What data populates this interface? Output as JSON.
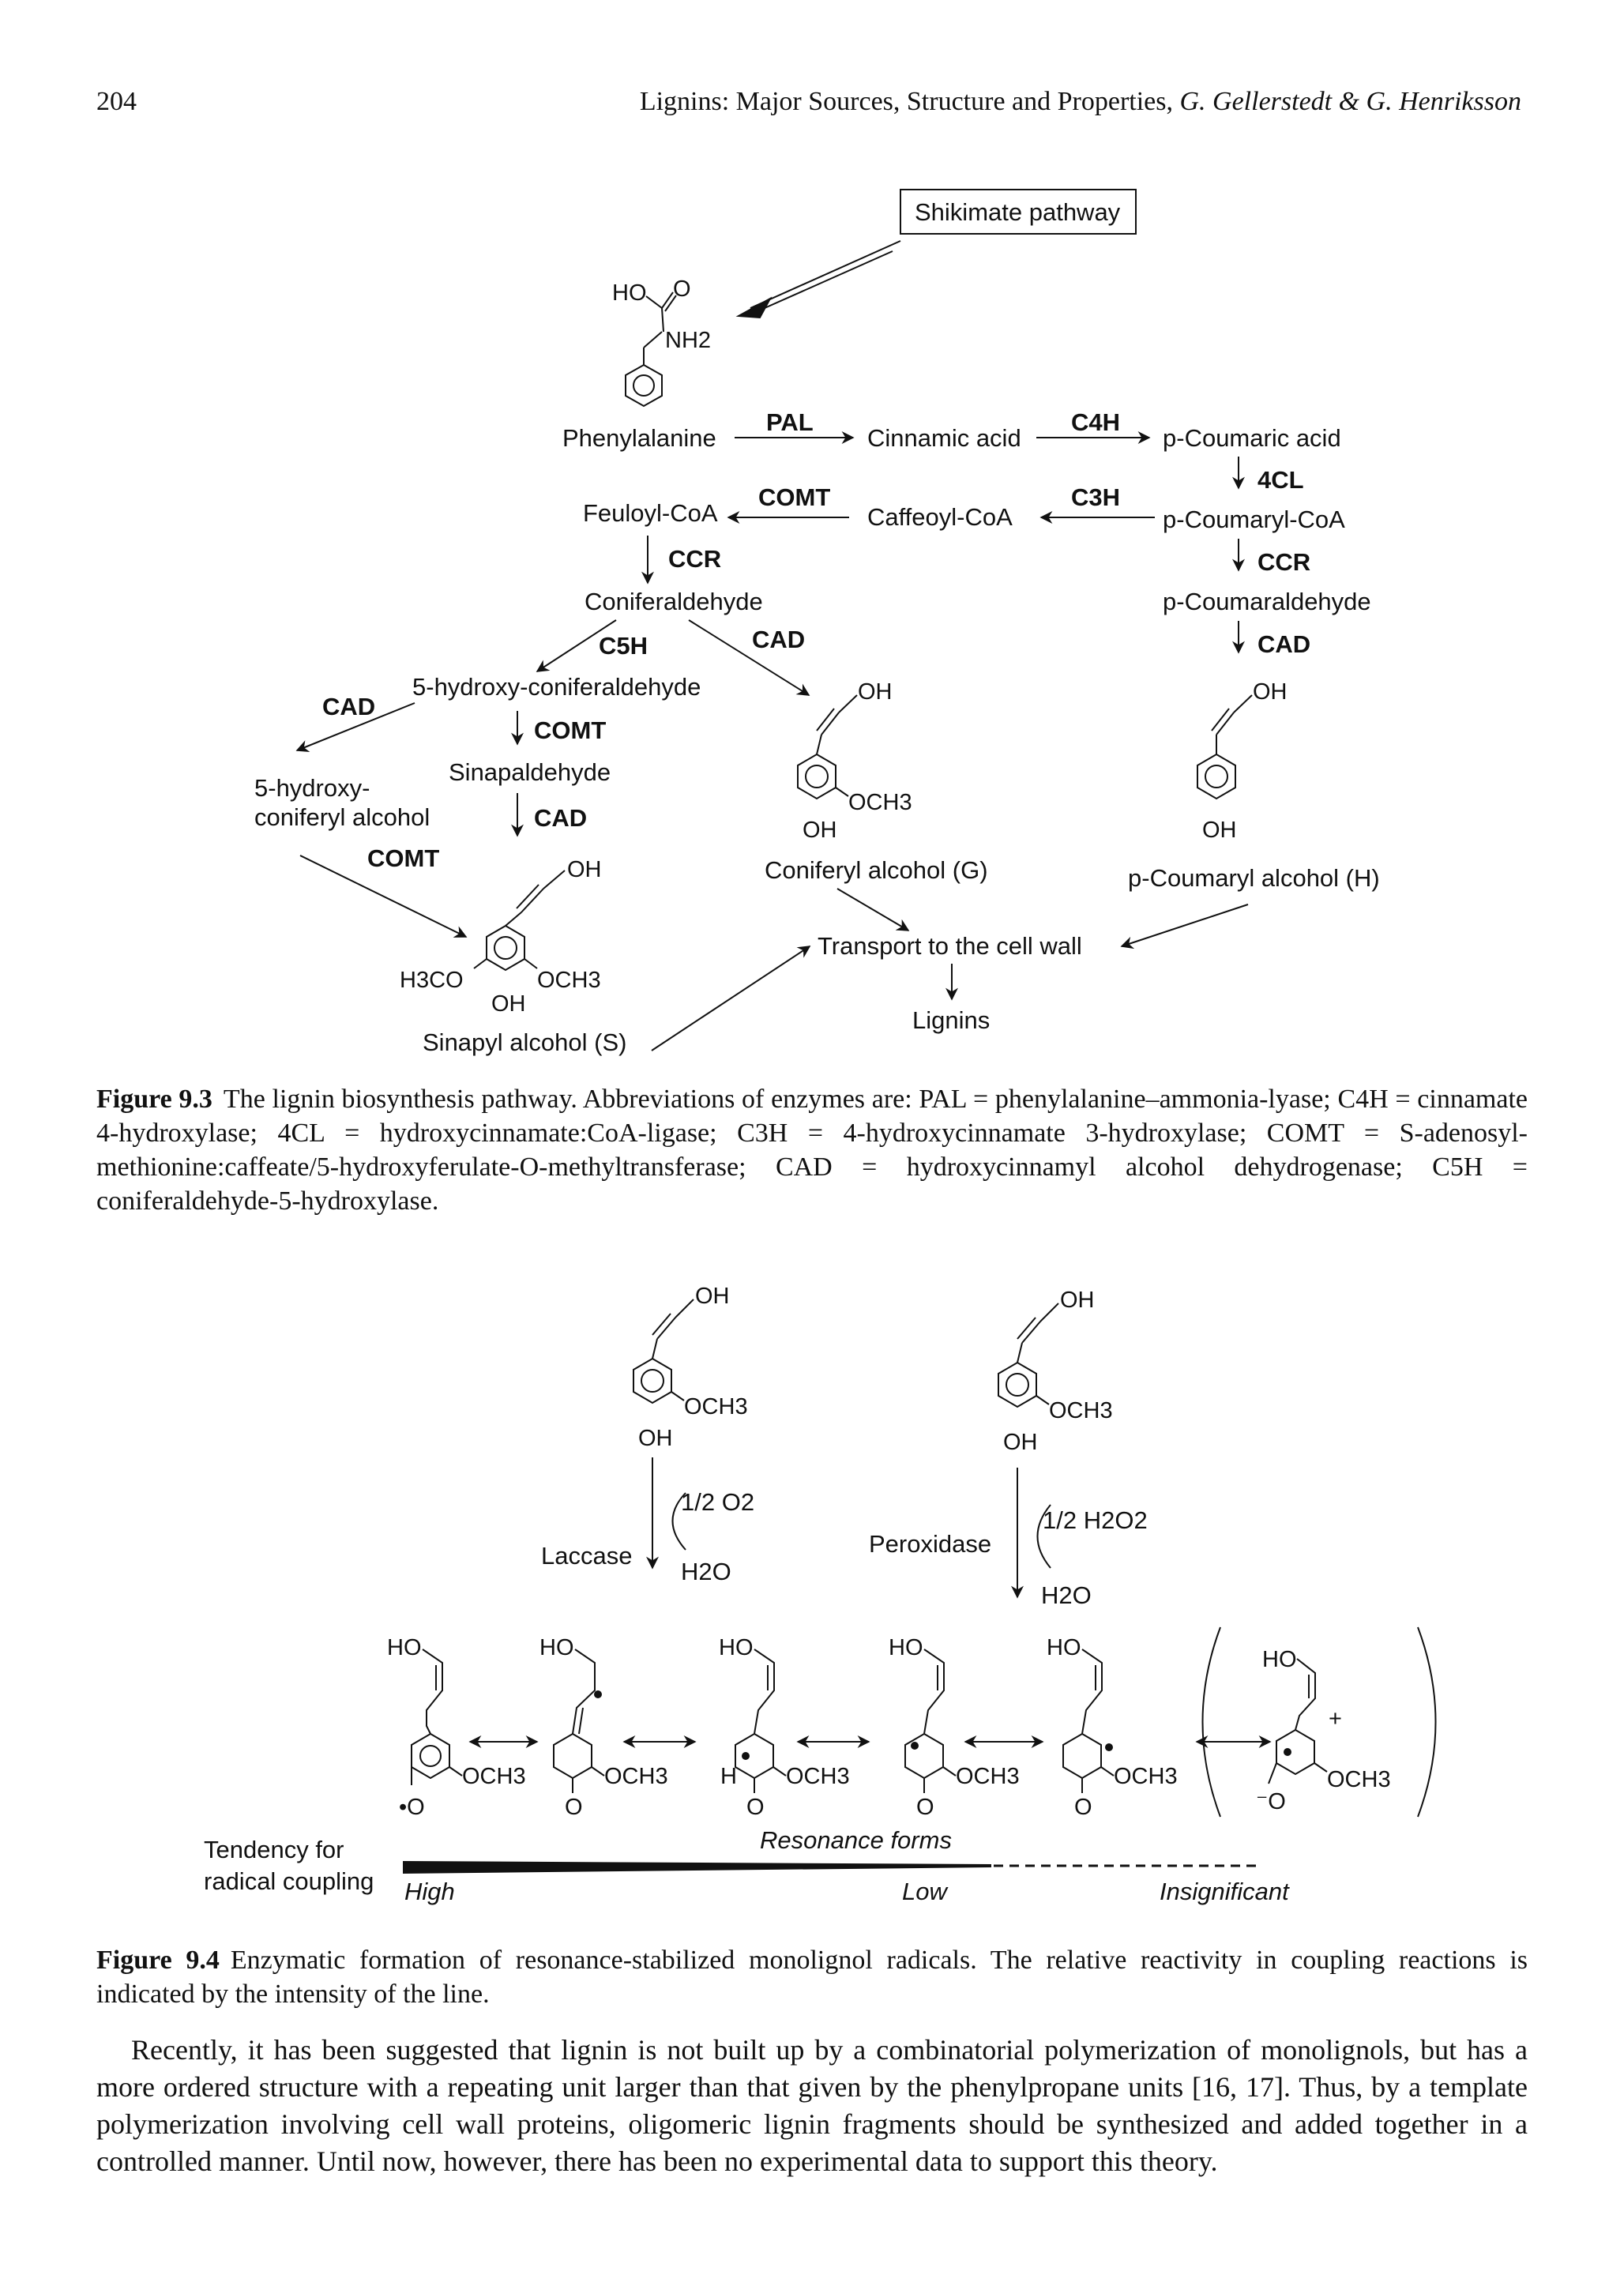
{
  "header": {
    "page_number": "204",
    "running_title": "Lignins: Major Sources, Structure and Properties, ",
    "running_authors": "G. Gellerstedt & G. Henriksson"
  },
  "figure93": {
    "shikimate": "Shikimate pathway",
    "phenylalanine": "Phenylalanine",
    "cinnamic": "Cinnamic acid",
    "pcoumaric": "p-Coumaric acid",
    "feruloyl": "Feuloyl-CoA",
    "caffeoyl": "Caffeoyl-CoA",
    "pcoumaryl_coa": "p-Coumaryl-CoA",
    "coniferaldehyde": "Coniferaldehyde",
    "pcoumaraldehyde": "p-Coumaraldehyde",
    "hydroxyconiferaldehyde": "5-hydroxy-coniferaldehyde",
    "sinapaldehyde": "Sinapaldehyde",
    "hydroxyconiferyl_1": "5-hydroxy-",
    "hydroxyconiferyl_2": "coniferyl alcohol",
    "coniferyl_alcohol": "Coniferyl alcohol (G)",
    "pcoumaryl_alcohol": "p-Coumaryl alcohol (H)",
    "sinapyl_alcohol": "Sinapyl alcohol (S)",
    "transport": "Transport to the cell wall",
    "lignins": "Lignins",
    "enzymes": {
      "pal": "PAL",
      "c4h": "C4H",
      "cl4": "4CL",
      "comt": "COMT",
      "c3h": "C3H",
      "ccr": "CCR",
      "c5h": "C5H",
      "cad": "CAD"
    },
    "atoms": {
      "ho": "HO",
      "o": "O",
      "nh2": "NH2",
      "oh": "OH",
      "och3": "OCH3",
      "h3co": "H3CO"
    },
    "caption_label": "Figure 9.3",
    "caption_text": "The lignin biosynthesis pathway. Abbreviations of enzymes are: PAL = phenylalanine–ammonia-lyase; C4H = cinnamate 4-hydroxylase; 4CL = hydroxycinnamate:CoA-ligase; C3H = 4-hydroxycinnamate 3-hydroxylase; COMT = S-adenosyl-methionine:caffeate/5-hydroxyferulate-O-methyltransferase; CAD = hydroxycinnamyl alcohol dehydrogenase; C5H = coniferaldehyde-5-hydroxylase."
  },
  "figure94": {
    "laccase": "Laccase",
    "peroxidase": "Peroxidase",
    "half_o2": "1/2 O2",
    "h2o": "H2O",
    "half_h2o2": "1/2 H2O2",
    "resonance": "Resonance forms",
    "tendency_1": "Tendency for",
    "tendency_2": "radical coupling",
    "high": "High",
    "low": "Low",
    "insignificant": "Insignificant",
    "caption_label": "Figure 9.4",
    "caption_text": "Enzymatic formation of resonance-stabilized monolignol radicals. The relative reactivity in coupling reactions is indicated by the intensity of the line."
  },
  "body_text": "Recently, it has been suggested that lignin is not built up by a combinatorial polymerization of monolignols, but has a more ordered structure with a repeating unit larger than that given by the phenylpropane units [16, 17]. Thus, by a template polymerization involving cell wall proteins, oligomeric lignin fragments should be synthesized and added together in a controlled manner. Until now, however, there has been no experimental data to support this theory."
}
